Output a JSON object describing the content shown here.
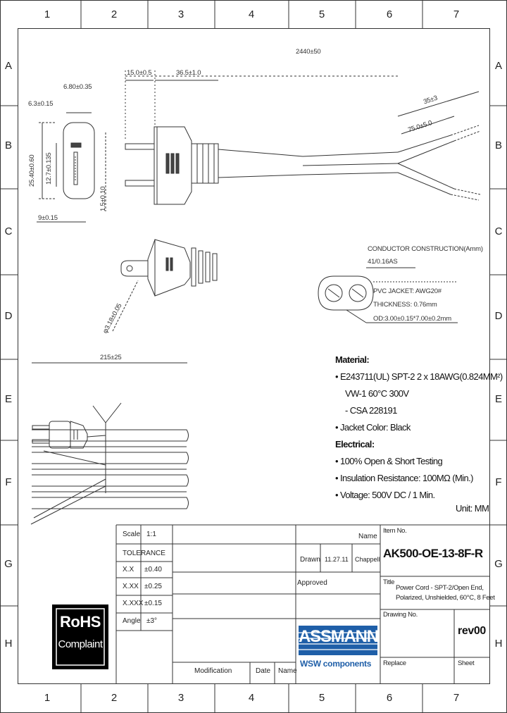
{
  "zones": {
    "cols": [
      "1",
      "2",
      "3",
      "4",
      "5",
      "6",
      "7"
    ],
    "rows": [
      "A",
      "B",
      "C",
      "D",
      "E",
      "F",
      "G",
      "H"
    ]
  },
  "dimensions": {
    "overall_length": "2440±50",
    "pin_to_body": "15.0±0.5",
    "body_length": "36.5±1.0",
    "pin_width": "6.80±0.35",
    "pin_spacing": "6.3±0.15",
    "face_height": "25.40±0.60",
    "slot_height": "12.7±0.135",
    "blade_thick": "1.5±0.10",
    "face_width": "9±0.15",
    "strip_length": "35±3",
    "split_length": "75.0±5.0",
    "hole_dia": "φ3.18±0.05",
    "coil_length": "215±25"
  },
  "conductor": {
    "heading": "CONDUCTOR CONSTRUCTION(Amm)",
    "line1": "41/0.16AS",
    "line2": "PVC JACKET: AWG20#",
    "line3": "THICKNESS: 0.76mm",
    "line4": "OD:3.00±0.15*7.00±0.2mm"
  },
  "material": {
    "heading": "Material:",
    "items": [
      "E243711(UL) SPT-2 2 x 18AWG(0.824MM²)",
      "VW-1 60°C 300V",
      "- CSA 228191",
      "Jacket Color: Black"
    ]
  },
  "electrical": {
    "heading": "Electrical:",
    "items": [
      "100% Open & Short Testing",
      "Insulation Resistance: 100MΩ (Min.)",
      "Voltage: 500V DC / 1 Min."
    ]
  },
  "unit": "Unit: MM",
  "title_block": {
    "scale_label": "Scale",
    "scale_value": "1:1",
    "tolerance_label": "TOLERANCE",
    "tol_rows": [
      {
        "k": "X.X",
        "v": "±0.40"
      },
      {
        "k": "X.XX",
        "v": "±0.25"
      },
      {
        "k": "X.XXX",
        "v": "±0.15"
      },
      {
        "k": "Angle",
        "v": "±3°"
      }
    ],
    "name_label": "Name",
    "drawn_label": "Drawn",
    "drawn_date": "11.27.11",
    "drawn_name": "Chappell",
    "approved_label": "Approved",
    "modification_label": "Modification",
    "date_label": "Date",
    "name2_label": "Name",
    "item_no_label": "Item No.",
    "item_no": "AK500-OE-13-8F-R",
    "title_label": "Title",
    "title_line1": "Power Cord - SPT-2/Open End,",
    "title_line2": "Polarized, Unshielded, 60°C, 8 Feet",
    "drawing_no_label": "Drawing No.",
    "rev": "rev00",
    "replace_label": "Replace",
    "sheet_label": "Sheet",
    "rohs_line1": "RoHS",
    "rohs_line2": "Complaint",
    "brand": "ASSMANN",
    "brand_sub": "WSW components"
  },
  "colors": {
    "brand_blue": "#1f5fa8",
    "line": "#333333"
  }
}
